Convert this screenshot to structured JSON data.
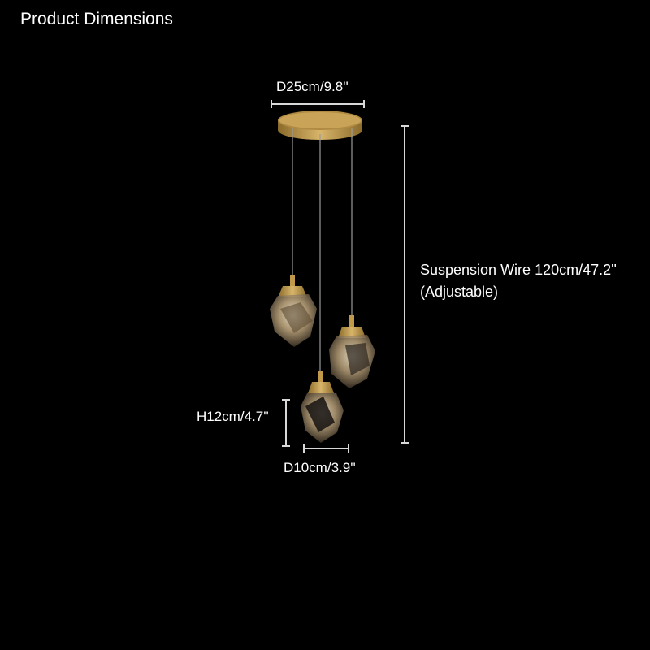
{
  "title": "Product Dimensions",
  "dimensions": {
    "canopy_diameter": "D25cm/9.8''",
    "suspension_wire": "Suspension Wire 120cm/47.2''",
    "suspension_note": "(Adjustable)",
    "pendant_height": "H12cm/4.7''",
    "pendant_diameter": "D10cm/3.9''"
  },
  "colors": {
    "background": "#000000",
    "brass": "#c09a4a",
    "dimension_line": "#d8d8d8"
  }
}
